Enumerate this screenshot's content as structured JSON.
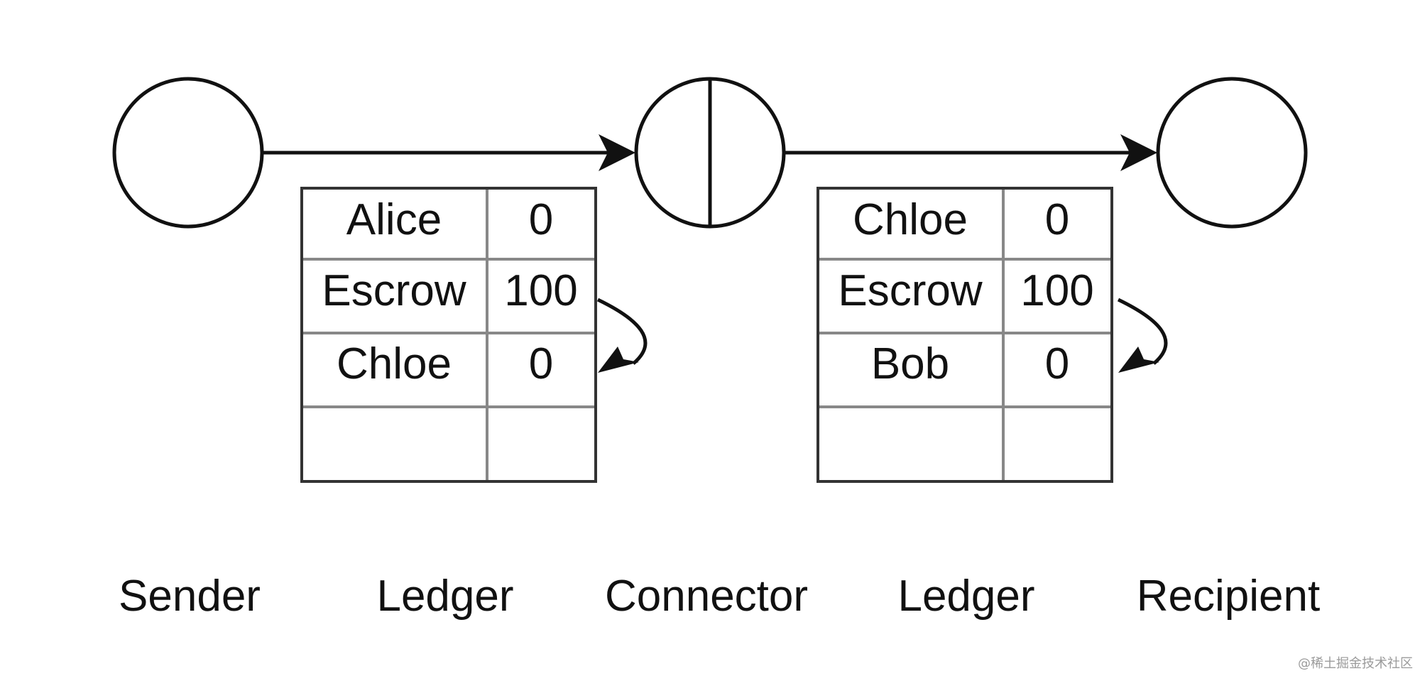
{
  "nodes": {
    "sender": {
      "label": "Sender"
    },
    "connector": {
      "label": "Connector"
    },
    "recipient": {
      "label": "Recipient"
    }
  },
  "ledgers": [
    {
      "label": "Ledger",
      "rows": [
        {
          "name": "Alice",
          "balance": "0"
        },
        {
          "name": "Escrow",
          "balance": "100"
        },
        {
          "name": "Chloe",
          "balance": "0"
        },
        {
          "name": "",
          "balance": ""
        }
      ]
    },
    {
      "label": "Ledger",
      "rows": [
        {
          "name": "Chloe",
          "balance": "0"
        },
        {
          "name": "Escrow",
          "balance": "100"
        },
        {
          "name": "Bob",
          "balance": "0"
        },
        {
          "name": "",
          "balance": ""
        }
      ]
    }
  ],
  "watermark": "@稀土掘金技术社区"
}
